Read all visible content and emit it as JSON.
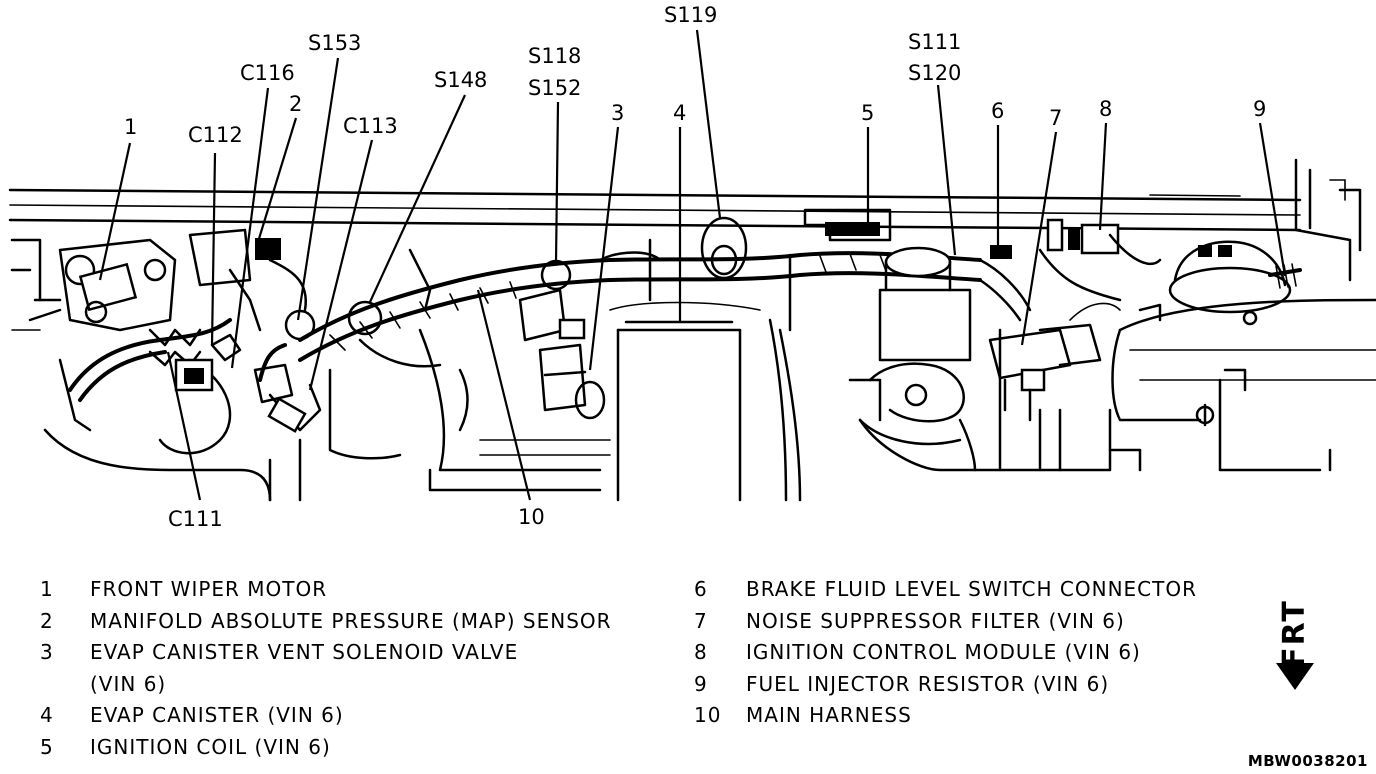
{
  "callouts": {
    "n1": "1",
    "n2": "2",
    "n3": "3",
    "n4": "4",
    "n5": "5",
    "n6": "6",
    "n7": "7",
    "n8": "8",
    "n9": "9",
    "n10": "10",
    "c111": "C111",
    "c112": "C112",
    "c113": "C113",
    "c116": "C116",
    "s111": "S111",
    "s118": "S118",
    "s119": "S119",
    "s120": "S120",
    "s148": "S148",
    "s152": "S152",
    "s153": "S153"
  },
  "legend": {
    "left": [
      {
        "num": "1",
        "text": "FRONT WIPER MOTOR"
      },
      {
        "num": "2",
        "text": "MANIFOLD ABSOLUTE PRESSURE (MAP) SENSOR"
      },
      {
        "num": "3",
        "text": "EVAP CANISTER VENT SOLENOID VALVE"
      },
      {
        "num": "",
        "text": "(VIN 6)"
      },
      {
        "num": "4",
        "text": "EVAP CANISTER (VIN 6)"
      },
      {
        "num": "5",
        "text": "IGNITION COIL (VIN 6)"
      }
    ],
    "right": [
      {
        "num": "6",
        "text": "BRAKE FLUID LEVEL SWITCH CONNECTOR"
      },
      {
        "num": "7",
        "text": "NOISE SUPPRESSOR FILTER (VIN 6)"
      },
      {
        "num": "8",
        "text": "IGNITION CONTROL MODULE (VIN 6)"
      },
      {
        "num": "9",
        "text": "FUEL INJECTOR RESISTOR (VIN 6)"
      },
      {
        "num": "10",
        "text": "MAIN HARNESS"
      }
    ]
  },
  "direction_indicator": "FRT",
  "figure_code": "MBW0038201"
}
